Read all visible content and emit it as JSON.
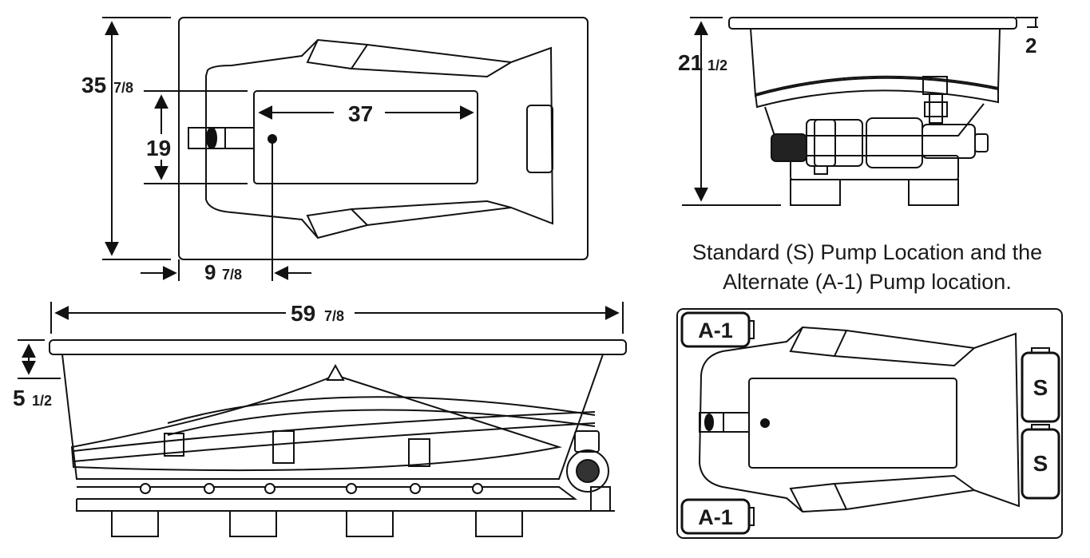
{
  "top_view": {
    "width_major": "35",
    "width_frac": "7/8",
    "basin_width": "19",
    "basin_length": "37",
    "drain_offset_major": "9",
    "drain_offset_frac": "7/8"
  },
  "end_view": {
    "height_major": "21",
    "height_frac": "1/2",
    "rim_offset": "2"
  },
  "side_view": {
    "length_major": "59",
    "length_frac": "7/8",
    "rim_height_major": "5",
    "rim_height_frac": "1/2"
  },
  "caption": {
    "line1": "Standard (S) Pump Location and the",
    "line2": "Alternate (A-1) Pump location."
  },
  "pump_view": {
    "alt_label": "A-1",
    "std_label": "S"
  }
}
